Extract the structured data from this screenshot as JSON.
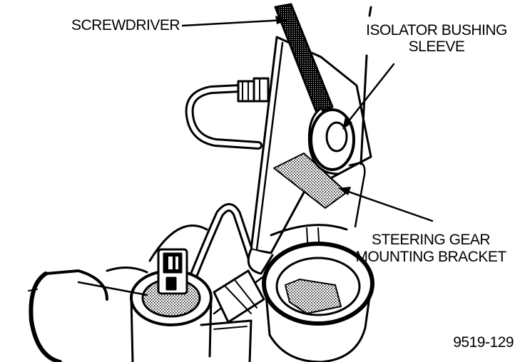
{
  "figure": {
    "labels": {
      "screwdriver": "SCREWDRIVER",
      "isolator_line1": "ISOLATOR BUSHING",
      "isolator_line2": "SLEEVE",
      "bracket_line1": "STEERING GEAR",
      "bracket_line2": "MOUNTING BRACKET"
    },
    "figure_number": "9519-129"
  }
}
